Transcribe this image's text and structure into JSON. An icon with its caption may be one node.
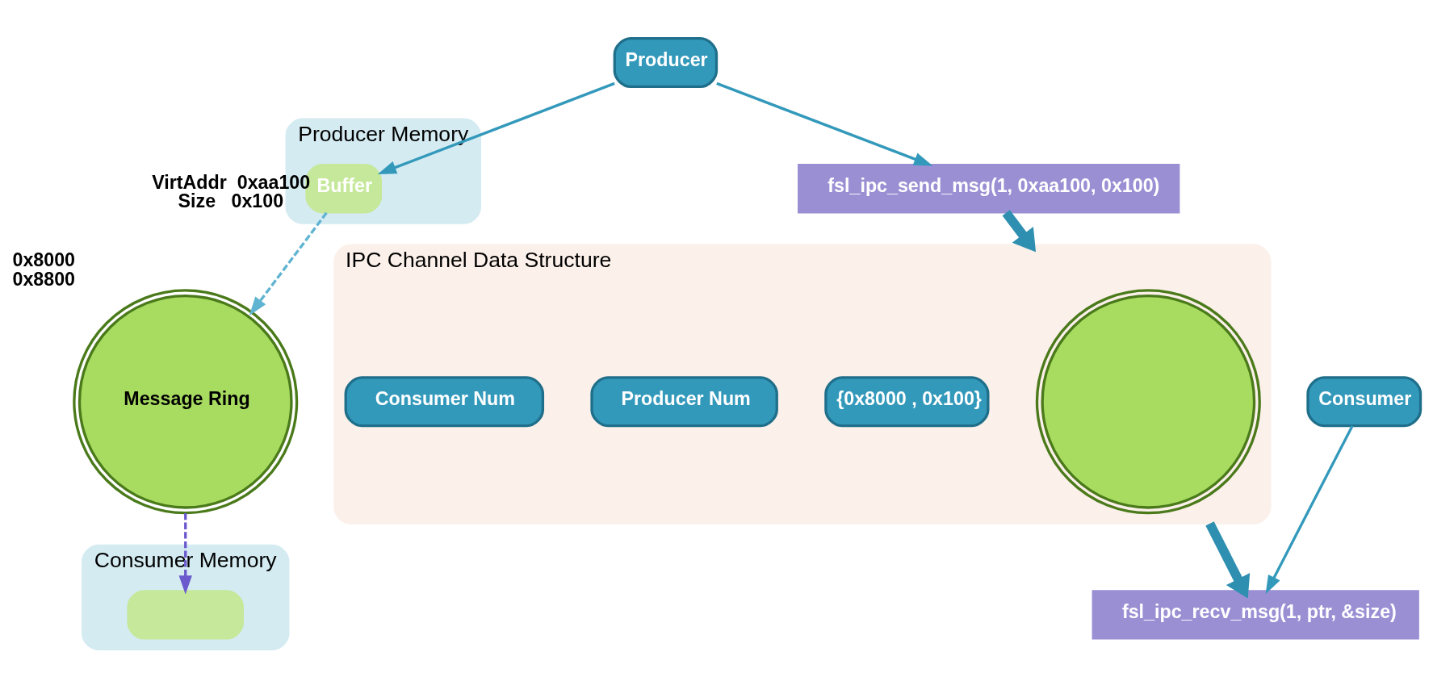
{
  "diagram": {
    "nodes": [
      {
        "text": [
          "Producer Memory"
        ]
      },
      {
        "text": [
          "Buffer"
        ],
        "in": 0,
        "beside": [
          "VirtAddr  0xaa100",
          "Size   0x100"
        ]
      },
      {
        "text": [
          "Producer"
        ]
      },
      {
        "text": [
          "Consumer"
        ]
      },
      {
        "text": [
          "Consumer Memory"
        ]
      },
      {
        "text": [],
        "shape": "box",
        "in": 4
      },
      {
        "text": [
          "fsl_ipc_send_msg(1, 0xaa100, 0x100)"
        ]
      },
      {
        "text": [
          "fsl_ipc_recv_msg(1, ptr, &size)"
        ]
      },
      {
        "text": [
          "Message Ring"
        ],
        "beside": [
          "0x8000",
          "0x8800"
        ]
      },
      {
        "text": [
          "IPC Channel Data Structure"
        ]
      },
      {
        "text": [],
        "shape": "circle",
        "in": 9
      },
      {
        "text": [
          "{0x8000 , 0x100}"
        ],
        "in": 9
      },
      {
        "text": [
          "Producer Num"
        ],
        "in": 9
      },
      {
        "text": [
          "Consumer Num"
        ],
        "in": 9
      }
    ],
    "edges": [
      {
        "from": 2,
        "to": 1,
        "arrow": "to"
      },
      {
        "from": 2,
        "to": 6,
        "arrow": "to"
      },
      {
        "from": 3,
        "to": 7,
        "arrow": "to"
      },
      {
        "from": 6,
        "to": 9,
        "arrow": "to",
        "style": "thick"
      },
      {
        "from": 9,
        "to": 7,
        "arrow": "to",
        "style": "thick"
      },
      {
        "from": 1,
        "to": 8,
        "arrow": "to",
        "style": "dashed",
        "color": "#5fb4d2"
      },
      {
        "from": 8,
        "to": 5,
        "arrow": "to",
        "style": "dashed",
        "color": "#6a5acd"
      }
    ]
  }
}
